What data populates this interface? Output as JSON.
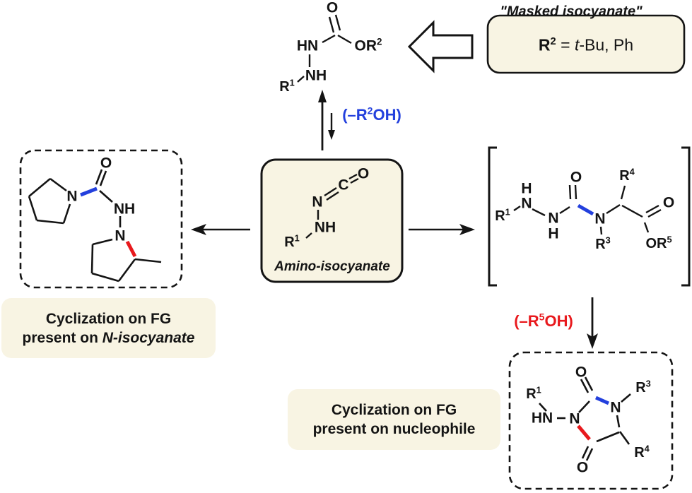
{
  "colors": {
    "cream": "#f8f4e3",
    "blue": "#2340dd",
    "red": "#e8191d",
    "ink": "#141414"
  },
  "atoms": {
    "O": "O",
    "C": "C",
    "N": "N",
    "HN": "HN",
    "NH": "NH",
    "H": "H"
  },
  "groups": {
    "R1": {
      "base": "R",
      "sup": "1"
    },
    "R3": {
      "base": "R",
      "sup": "3"
    },
    "R4": {
      "base": "R",
      "sup": "4"
    },
    "OR2": {
      "base": "OR",
      "sup": "2"
    },
    "OR5": {
      "base": "OR",
      "sup": "5"
    }
  },
  "masked_box": {
    "title": "\"Masked isocyanate\"",
    "r_base": "R",
    "r_sup": "2",
    "equals": " = ",
    "t_italic": "t",
    "rest": "-Bu, Ph"
  },
  "loss_blue": {
    "open": "(–R",
    "sup": "2",
    "close": "OH)"
  },
  "loss_red": {
    "open": "(–R",
    "sup": "5",
    "close": "OH)"
  },
  "amino_caption": "Amino-isocyanate",
  "captions": {
    "left": {
      "line1": "Cyclization on FG",
      "line2_prefix": "present on ",
      "line2_italic": "N-isocyanate"
    },
    "bottom": {
      "line1": "Cyclization on FG",
      "line2": "present on nucleophile"
    }
  }
}
